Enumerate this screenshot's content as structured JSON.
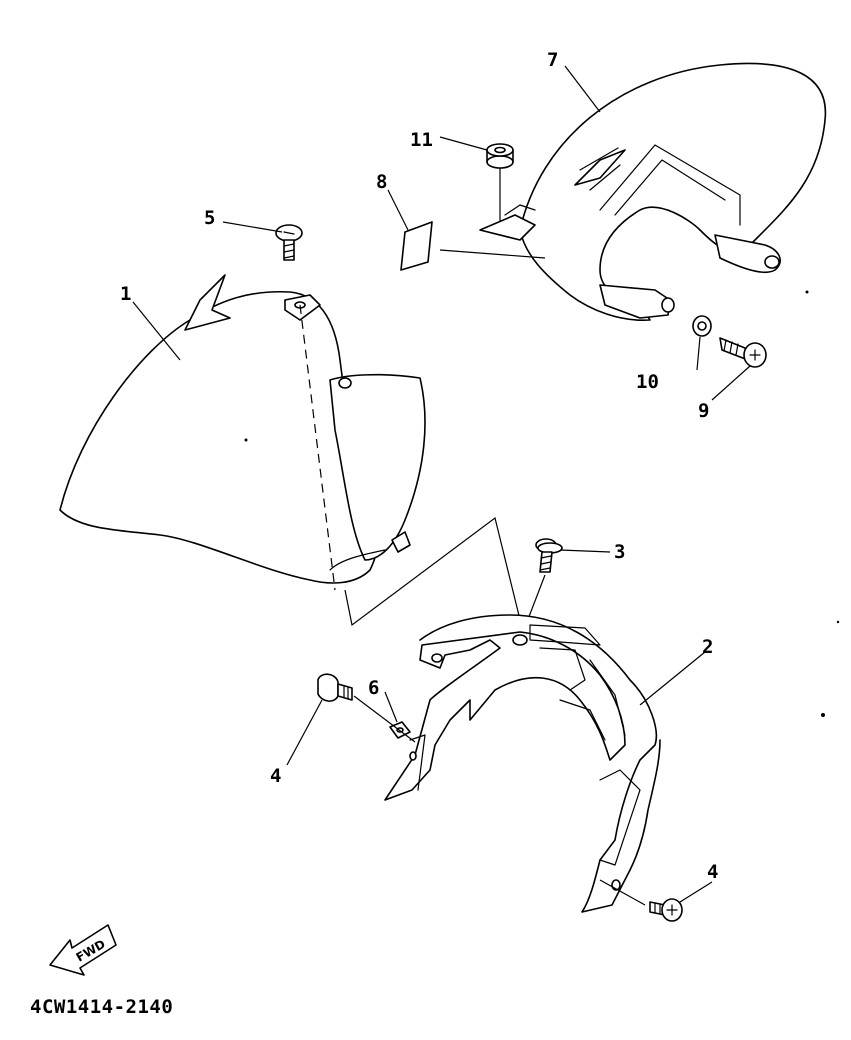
{
  "callouts": {
    "c1": "1",
    "c2": "2",
    "c3": "3",
    "c4a": "4",
    "c4b": "4",
    "c5": "5",
    "c6": "6",
    "c7": "7",
    "c8": "8",
    "c9": "9",
    "c10": "10",
    "c11": "11"
  },
  "fwd_label": "FWD",
  "part_code": "4CW1414-2140",
  "colors": {
    "ink": "#000000",
    "paper": "#ffffff"
  }
}
